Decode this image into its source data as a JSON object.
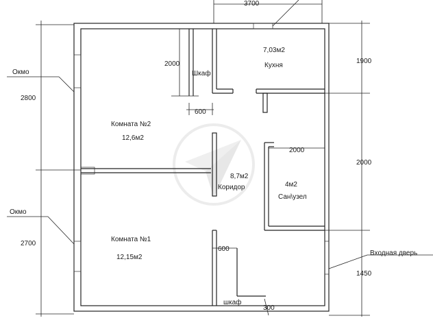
{
  "rooms": {
    "room2": {
      "name": "Комната №2",
      "area": "12,6м2"
    },
    "room1": {
      "name": "Комната №1",
      "area": "12,15м2"
    },
    "kitchen": {
      "name": "Кухня",
      "area": "7,03м2"
    },
    "corridor": {
      "name": "Коридор",
      "area": "8,7м2"
    },
    "bathroom": {
      "name": "Сан\\узел",
      "area": "4м2"
    }
  },
  "fixtures": {
    "closet_top": "Шкаф",
    "closet_bottom": "шкаф"
  },
  "labels": {
    "window_top": "Окмо",
    "window_bottom": "Окмо",
    "entrance_door": "Входная дверь"
  },
  "dimensions": {
    "top_width": "3700",
    "left_upper": "2800",
    "left_lower": "2700",
    "right_1": "1900",
    "right_2": "2000",
    "right_3": "1450",
    "closet_top_height": "2000",
    "closet_top_width": "600",
    "bath_width": "2000",
    "closet_bottom_width": "600",
    "closet_bottom_depth": "300"
  },
  "colors": {
    "line": "#222222",
    "watermark": "#c9c9c9"
  },
  "watermark_icon": "compass-arrow-icon"
}
